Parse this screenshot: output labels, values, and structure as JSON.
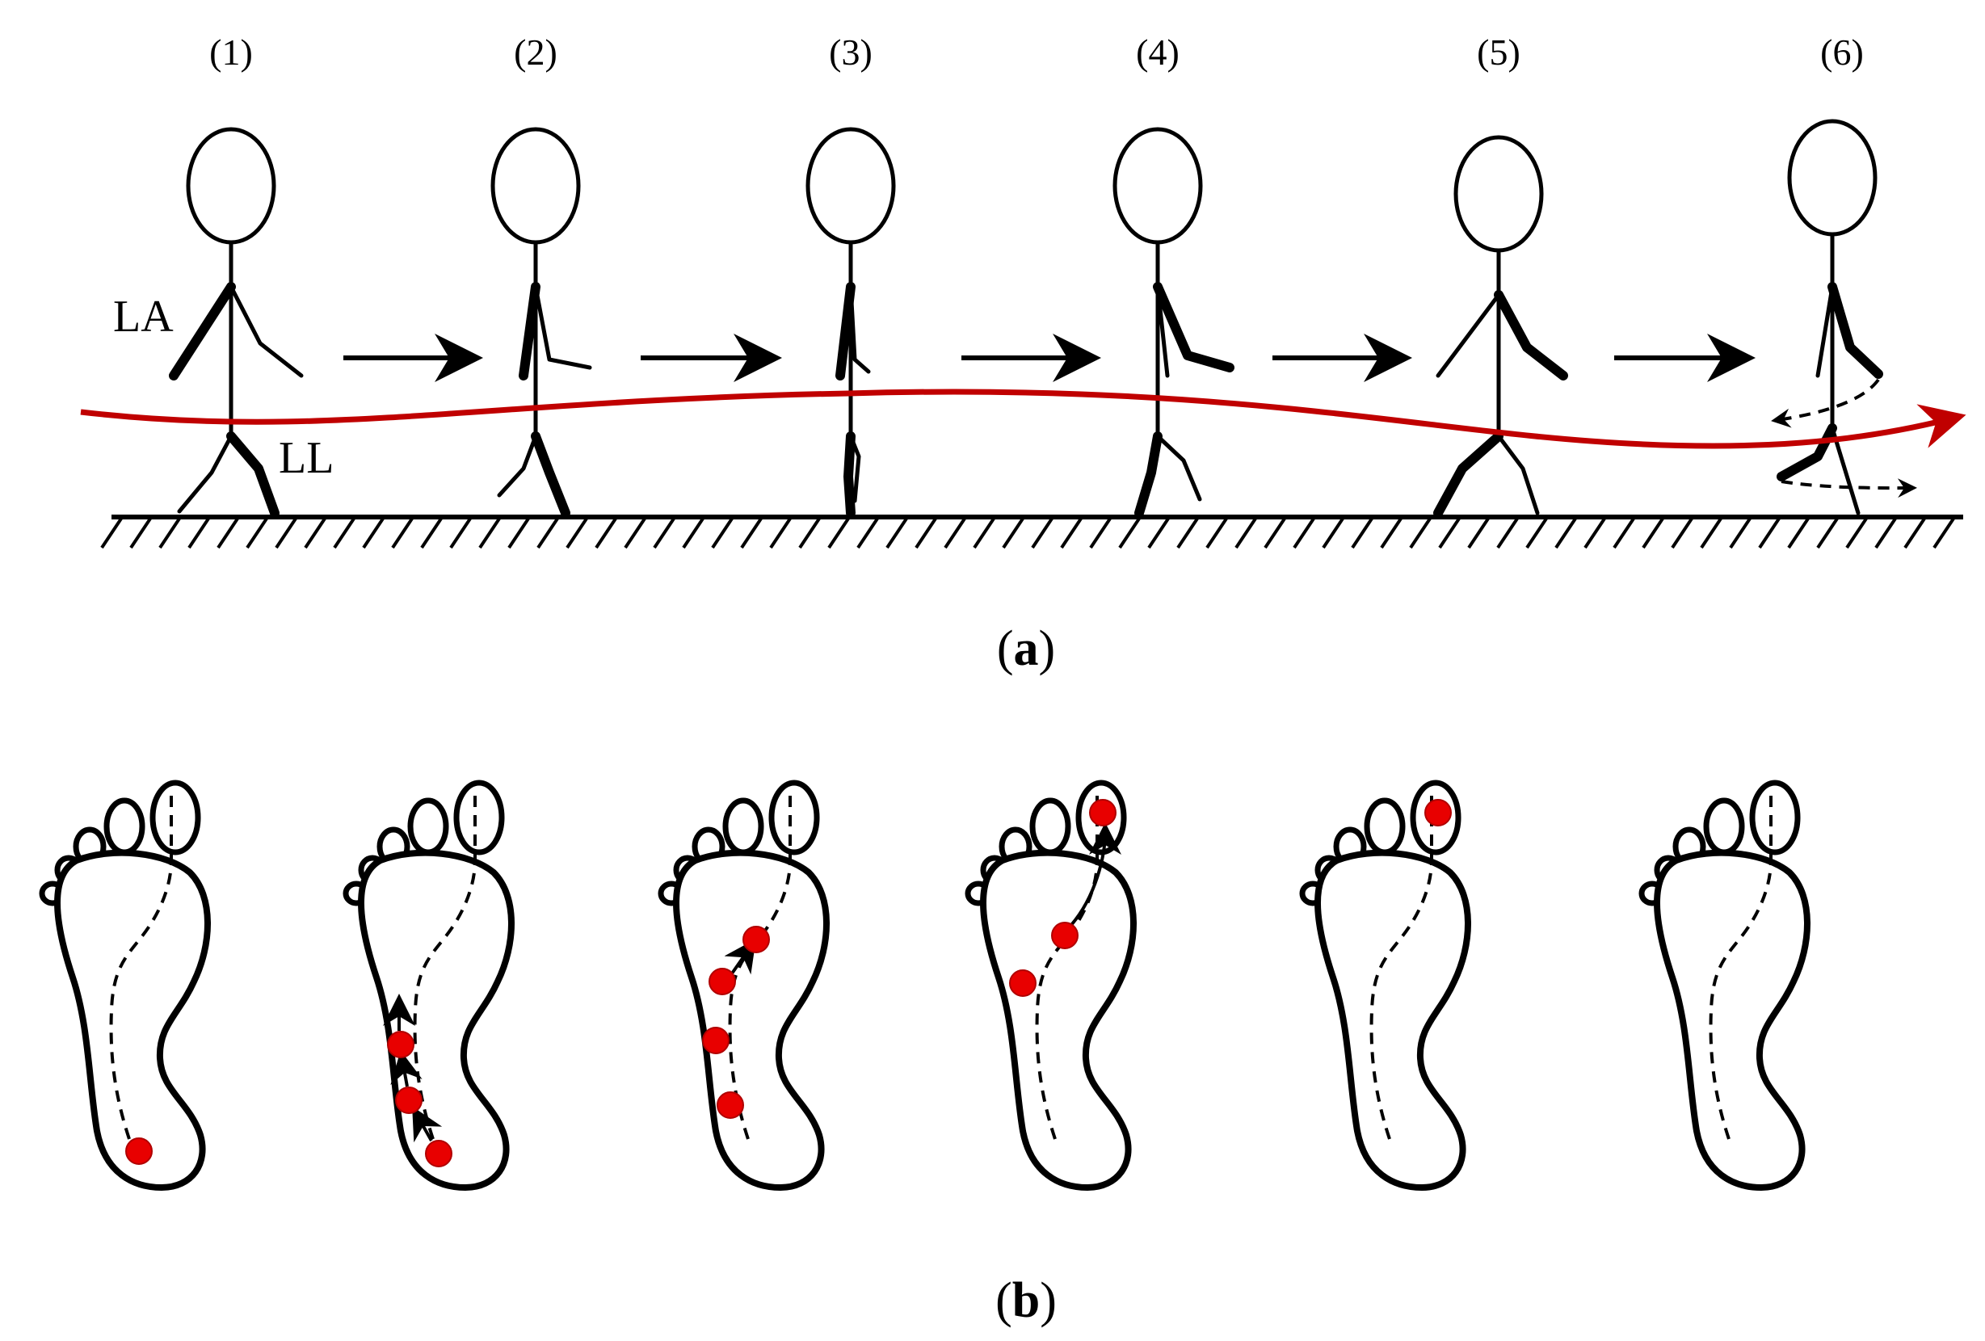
{
  "panel_a": {
    "label_open": "(",
    "label_letter": "a",
    "label_close": ")",
    "stages": [
      "(1)",
      "(2)",
      "(3)",
      "(4)",
      "(5)",
      "(6)"
    ],
    "limb_labels": {
      "arm": "LA",
      "leg": "LL"
    },
    "trajectory_color": "#c00000"
  },
  "panel_b": {
    "label_open": "(",
    "label_letter": "b",
    "label_close": ")",
    "pressure_point_color": "#e80000",
    "pressure_points_per_foot": [
      1,
      3,
      4,
      3,
      1,
      0
    ]
  }
}
